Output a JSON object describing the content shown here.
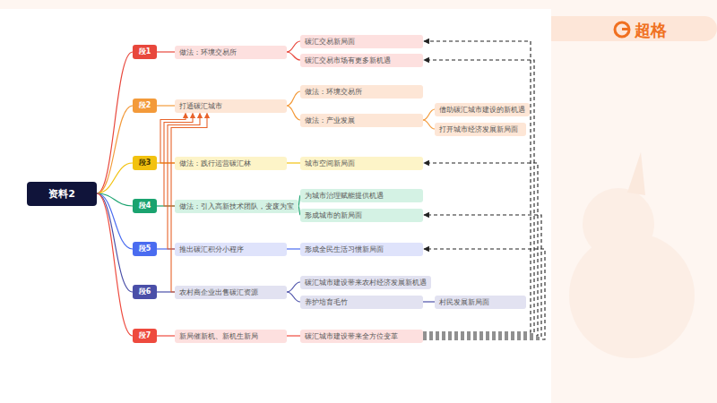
{
  "diagram": {
    "nodes": [
      {
        "text": [
          "资料2"
        ]
      },
      {
        "text": [
          "段1"
        ]
      },
      {
        "text": [
          "做法：环境交易所"
        ]
      },
      {
        "text": [
          "碳汇交易新局面"
        ]
      },
      {
        "text": [
          "碳汇交易市场有更多新机遇"
        ]
      },
      {
        "text": [
          "段2"
        ]
      },
      {
        "text": [
          "打通碳汇城市"
        ]
      },
      {
        "text": [
          "做法：环境交易所"
        ]
      },
      {
        "text": [
          "做法：产业发展"
        ]
      },
      {
        "text": [
          "借助碳汇城市建设的新机遇"
        ]
      },
      {
        "text": [
          "打开城市经济发展新局面"
        ]
      },
      {
        "text": [
          "段3"
        ]
      },
      {
        "text": [
          "做法：践行运营碳汇林"
        ]
      },
      {
        "text": [
          "城市空间新局面"
        ]
      },
      {
        "text": [
          "段4"
        ]
      },
      {
        "text": [
          "做法：引入高新技术团队，变废为宝"
        ]
      },
      {
        "text": [
          "为城市治理赋能提供机遇"
        ]
      },
      {
        "text": [
          "形成城市的新局面"
        ]
      },
      {
        "text": [
          "段5"
        ]
      },
      {
        "text": [
          "推出碳汇积分小程序"
        ]
      },
      {
        "text": [
          "形成全民生活习惯新局面"
        ]
      },
      {
        "text": [
          "段6"
        ]
      },
      {
        "text": [
          "农村商企业出售碳汇资源"
        ]
      },
      {
        "text": [
          "碳汇城市建设带来农村经济发展新机遇"
        ]
      },
      {
        "text": [
          "养护培育毛竹"
        ]
      },
      {
        "text": [
          "村民发展新局面"
        ]
      },
      {
        "text": [
          "段7"
        ]
      },
      {
        "text": [
          "新局催新机、新机生新局"
        ]
      },
      {
        "text": [
          "碳汇城市建设带来全方位变革"
        ]
      }
    ],
    "edges": [
      {
        "from": 0,
        "to": 1,
        "arrow": "none"
      },
      {
        "from": 0,
        "to": 5,
        "arrow": "none"
      },
      {
        "from": 0,
        "to": 11,
        "arrow": "none"
      },
      {
        "from": 0,
        "to": 14,
        "arrow": "none"
      },
      {
        "from": 0,
        "to": 18,
        "arrow": "none"
      },
      {
        "from": 0,
        "to": 21,
        "arrow": "none"
      },
      {
        "from": 0,
        "to": 26,
        "arrow": "none"
      },
      {
        "from": 1,
        "to": 2,
        "arrow": "none"
      },
      {
        "from": 2,
        "to": 3,
        "arrow": "none"
      },
      {
        "from": 2,
        "to": 4,
        "arrow": "none"
      },
      {
        "from": 5,
        "to": 6,
        "arrow": "none"
      },
      {
        "from": 6,
        "to": 7,
        "arrow": "none"
      },
      {
        "from": 6,
        "to": 8,
        "arrow": "none"
      },
      {
        "from": 8,
        "to": 9,
        "arrow": "none"
      },
      {
        "from": 8,
        "to": 10,
        "arrow": "none"
      },
      {
        "from": 11,
        "to": 12,
        "arrow": "none"
      },
      {
        "from": 12,
        "to": 13,
        "arrow": "none"
      },
      {
        "from": 14,
        "to": 15,
        "arrow": "none"
      },
      {
        "from": 15,
        "to": 16,
        "arrow": "none"
      },
      {
        "from": 15,
        "to": 17,
        "arrow": "none"
      },
      {
        "from": 18,
        "to": 19,
        "arrow": "none"
      },
      {
        "from": 19,
        "to": 20,
        "arrow": "none"
      },
      {
        "from": 21,
        "to": 22,
        "arrow": "none"
      },
      {
        "from": 22,
        "to": 23,
        "arrow": "none"
      },
      {
        "from": 22,
        "to": 24,
        "arrow": "none"
      },
      {
        "from": 24,
        "to": 25,
        "arrow": "none"
      },
      {
        "from": 26,
        "to": 27,
        "arrow": "none"
      },
      {
        "from": 27,
        "to": 28,
        "arrow": "none"
      },
      {
        "from": 12,
        "to": 6,
        "arrow": "to"
      },
      {
        "from": 15,
        "to": 6,
        "arrow": "to"
      },
      {
        "from": 19,
        "to": 6,
        "arrow": "to"
      },
      {
        "from": 22,
        "to": 6,
        "arrow": "to"
      },
      {
        "from": 28,
        "to": 3,
        "arrow": "to"
      },
      {
        "from": 28,
        "to": 4,
        "arrow": "to"
      },
      {
        "from": 28,
        "to": 13,
        "arrow": "to"
      },
      {
        "from": 28,
        "to": 17,
        "arrow": "to"
      },
      {
        "from": 28,
        "to": 20,
        "arrow": "to"
      }
    ],
    "labels": [
      "超格"
    ]
  }
}
